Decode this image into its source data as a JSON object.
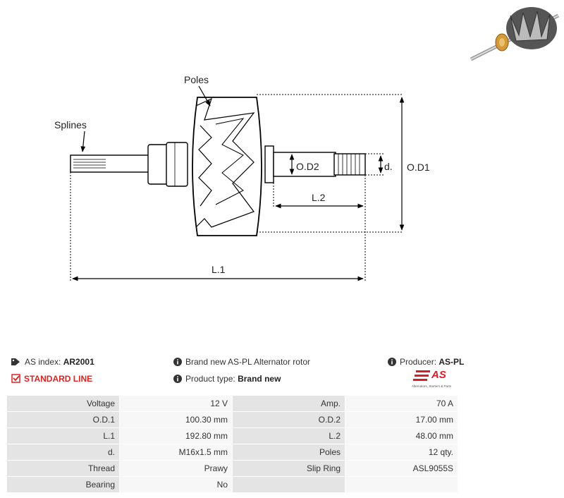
{
  "diagram": {
    "labels": {
      "poles": "Poles",
      "splines": "Splines",
      "od1": "O.D1",
      "od2": "O.D2",
      "d": "d.",
      "l1": "L.1",
      "l2": "L.2"
    }
  },
  "info": {
    "index_label": "AS index:",
    "index_value": "AR2001",
    "description": "Brand new AS-PL Alternator rotor",
    "producer_label": "Producer:",
    "producer_value": "AS-PL",
    "line": "STANDARD LINE",
    "type_label": "Product type:",
    "type_value": "Brand new"
  },
  "logo": {
    "brand": "AS",
    "tagline": "Alternators, Starters & Parts"
  },
  "specs": [
    [
      "Voltage",
      "12 V",
      "Amp.",
      "70 A"
    ],
    [
      "O.D.1",
      "100.30 mm",
      "O.D.2",
      "17.00 mm"
    ],
    [
      "L.1",
      "192.80 mm",
      "L.2",
      "48.00 mm"
    ],
    [
      "d.",
      "M16x1.5 mm",
      "Poles",
      "12 qty."
    ],
    [
      "Thread",
      "Prawy",
      "Slip Ring",
      "ASL9055S"
    ],
    [
      "Bearing",
      "No",
      "",
      ""
    ]
  ],
  "colors": {
    "accent": "#d51f28",
    "key_cell": "#e4e4e4",
    "value_cell": "#f7f7f7"
  }
}
